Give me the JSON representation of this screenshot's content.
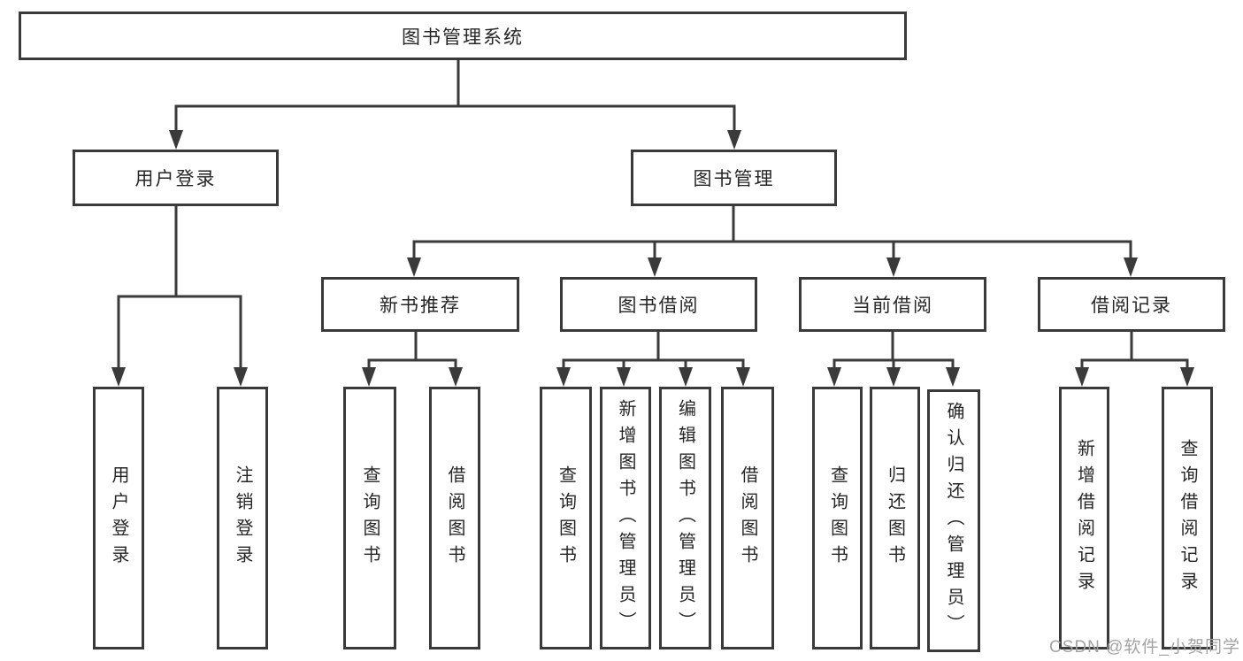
{
  "colors": {
    "line": "#3a3a3a",
    "text": "#262626",
    "watermark_gray": "#a3a3a3",
    "background": "#ffffff"
  },
  "labels": {
    "root": "图书管理系统",
    "user_login": "用户登录",
    "book_management": "图书管理",
    "new_book_recommend": "新书推荐",
    "book_borrow": "图书借阅",
    "current_borrow": "当前借阅",
    "borrow_records": "借阅记录",
    "leaf_user_login": "用户登录",
    "leaf_logout": "注销登录",
    "leaf_nb_query_books": "查询图书",
    "leaf_nb_borrow_books": "借阅图书",
    "leaf_bb_query_books": "查询图书",
    "leaf_bb_add_books": "新增图书（管理员）",
    "leaf_bb_edit_books": "编辑图书（管理员）",
    "leaf_bb_borrow_books": "借阅图书",
    "leaf_cb_query_books": "查询图书",
    "leaf_cb_return_books": "归还图书",
    "leaf_cb_confirm_return": "确认归还（管理员）",
    "leaf_rec_add_record": "新增借阅记录",
    "leaf_rec_query_record": "查询借阅记录"
  },
  "watermark": "CSDN @软件_小贺同学"
}
